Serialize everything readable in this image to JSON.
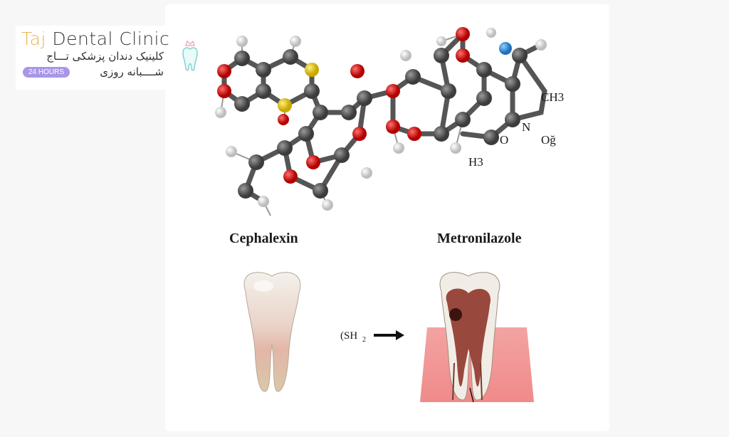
{
  "logo": {
    "title_accent": "Taj",
    "title_rest": " Dental Clinic",
    "persian_line1": "کلینیک دندان پزشکی تـــاج",
    "persian_line2": "شــــبانه روزی",
    "badge": "24 HOURS"
  },
  "labels": {
    "left": "Cephalexin",
    "right": "Metronilazole"
  },
  "molecule_atoms": {
    "ch3": "CH3",
    "n": "N",
    "o": "O",
    "og": "Oğ",
    "h3": "H3"
  },
  "arrow_label": "(SH",
  "arrow_sub": "2"
}
